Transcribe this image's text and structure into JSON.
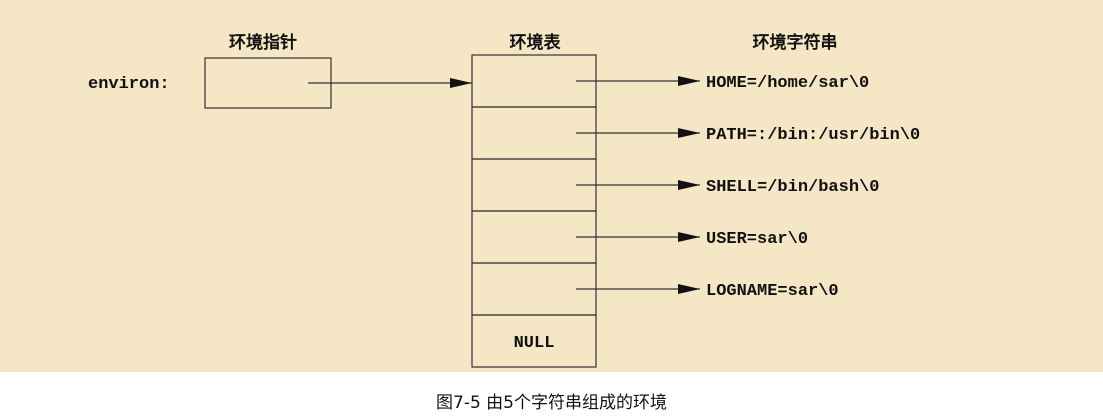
{
  "headers": {
    "pointer": "环境指针",
    "table": "环境表",
    "strings": "环境字符串"
  },
  "pointer_label": "environ:",
  "strings": [
    "HOME=/home/sar\\0",
    "PATH=:/bin:/usr/bin\\0",
    "SHELL=/bin/bash\\0",
    "USER=sar\\0",
    "LOGNAME=sar\\0"
  ],
  "null_label": "NULL",
  "caption": "图7-5 由5个字符串组成的环境",
  "colors": {
    "background": "#f5e6c6",
    "ink": "#111111"
  }
}
